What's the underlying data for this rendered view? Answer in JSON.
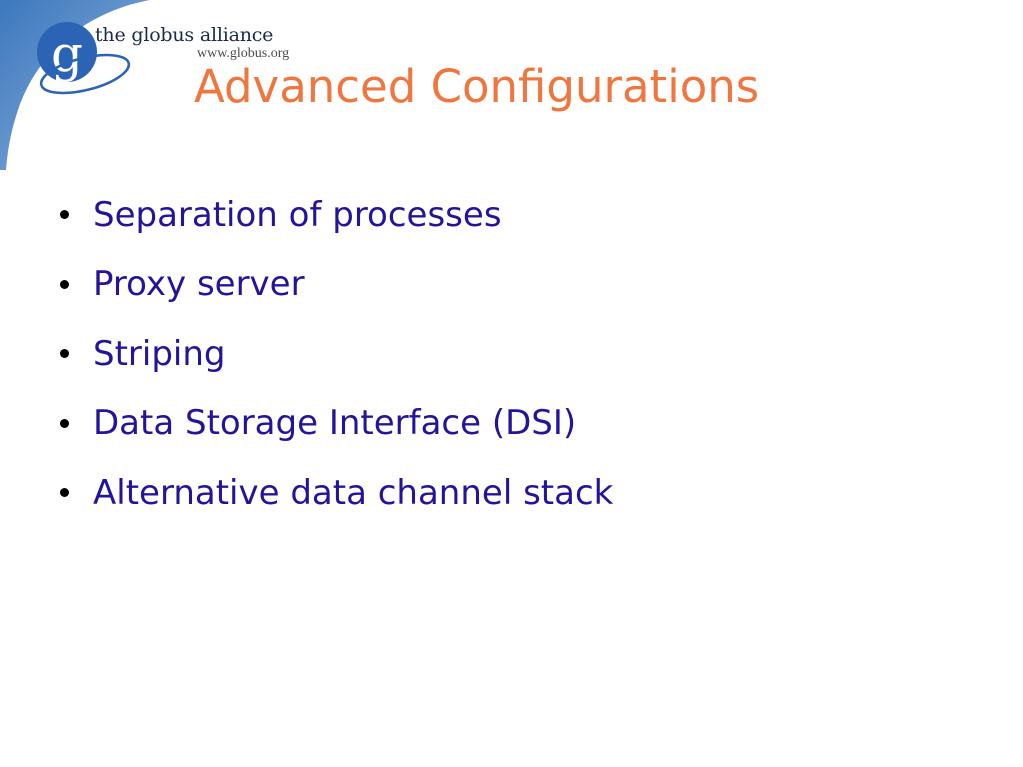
{
  "header": {
    "brand_name": "the globus alliance",
    "brand_url": "www.globus.org",
    "logo_icon": "globus-g-logo-icon"
  },
  "slide": {
    "title": "Advanced Configurations",
    "bullets": [
      {
        "label": "Separation of processes"
      },
      {
        "label": "Proxy server"
      },
      {
        "label": "Striping"
      },
      {
        "label": "Data Storage Interface (DSI)"
      },
      {
        "label": "Alternative data channel stack"
      }
    ]
  },
  "colors": {
    "title": "#f07640",
    "bullet_text": "#24149a",
    "bullet_dot": "#000000",
    "swoosh": "#4b84c4",
    "logo_blue": "#2b63b5",
    "brand_text": "#1b2a4a"
  }
}
